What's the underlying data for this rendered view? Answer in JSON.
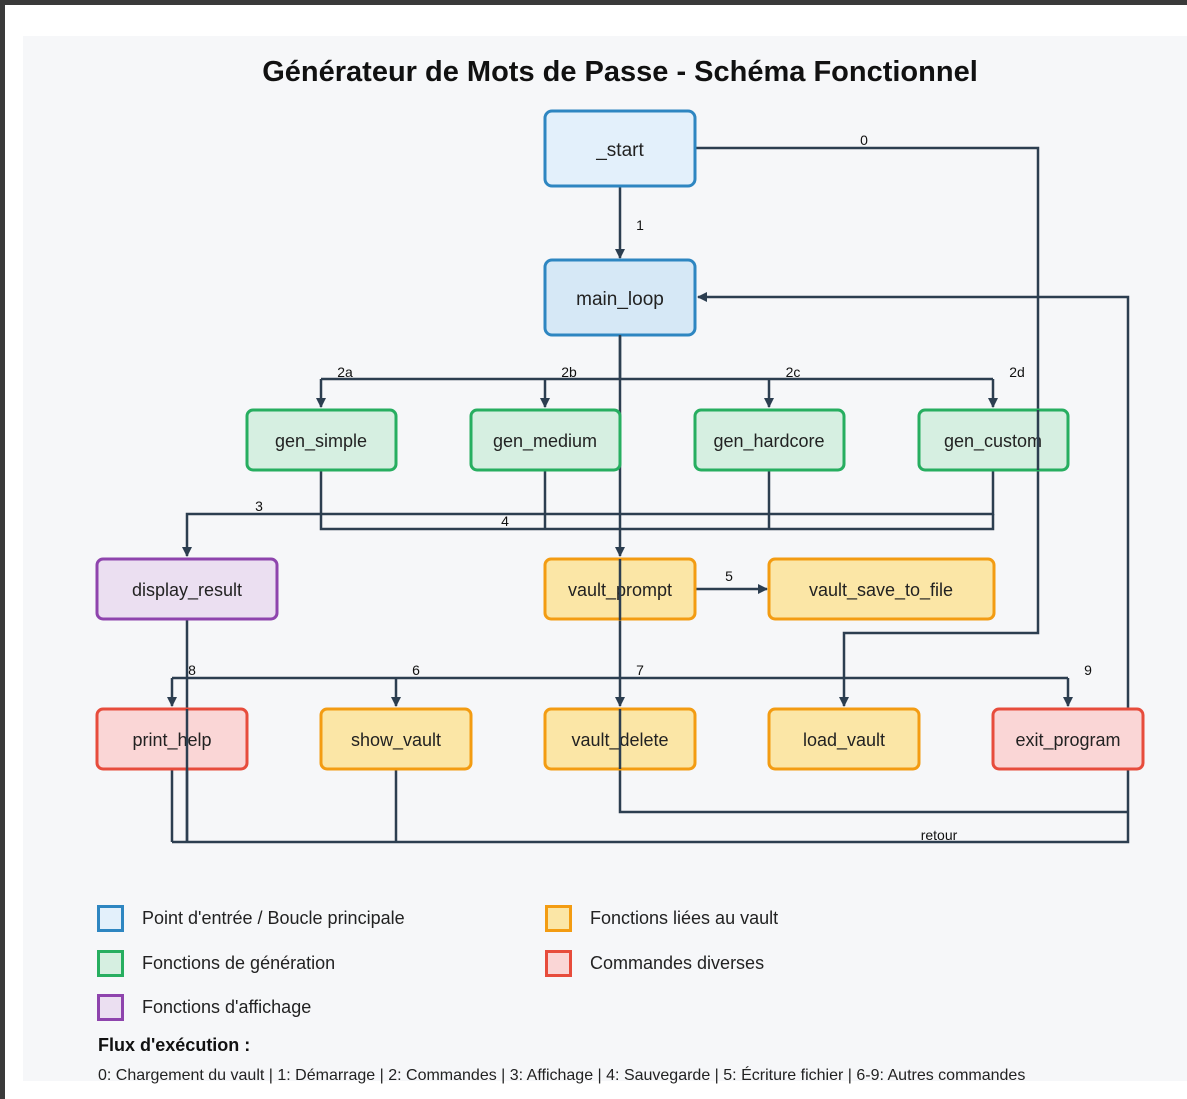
{
  "title": "Générateur de Mots de Passe - Schéma Fonctionnel",
  "colors": {
    "entry": {
      "fill": "#e3f0fb",
      "stroke": "#2e86c1"
    },
    "generation": {
      "fill": "#d6efe1",
      "stroke": "#27ae60"
    },
    "display": {
      "fill": "#ebdff1",
      "stroke": "#8e44ad"
    },
    "vault": {
      "fill": "#fbe6a6",
      "stroke": "#f39c12"
    },
    "misc": {
      "fill": "#fad6d6",
      "stroke": "#e74c3c"
    },
    "edge": "#2c3e50"
  },
  "nodes": {
    "start": "_start",
    "main_loop": "main_loop",
    "gen_simple": "gen_simple",
    "gen_medium": "gen_medium",
    "gen_hardcore": "gen_hardcore",
    "gen_custom": "gen_custom",
    "display_result": "display_result",
    "vault_prompt": "vault_prompt",
    "vault_save_to_file": "vault_save_to_file",
    "print_help": "print_help",
    "show_vault": "show_vault",
    "vault_delete": "vault_delete",
    "load_vault": "load_vault",
    "exit_program": "exit_program"
  },
  "edge_labels": {
    "e0": "0",
    "e1": "1",
    "e2a": "2a",
    "e2b": "2b",
    "e2c": "2c",
    "e2d": "2d",
    "e3": "3",
    "e4": "4",
    "e5": "5",
    "e6": "6",
    "e7": "7",
    "e8": "8",
    "e9": "9",
    "retour": "retour"
  },
  "legend": {
    "entry": "Point d'entrée / Boucle principale",
    "generation": "Fonctions de génération",
    "display": "Fonctions d'affichage",
    "vault": "Fonctions liées au vault",
    "misc": "Commandes diverses"
  },
  "flow": {
    "title": "Flux d'exécution :",
    "text": "0: Chargement du vault | 1: Démarrage | 2: Commandes | 3: Affichage | 4: Sauvegarde | 5: Écriture fichier | 6-9: Autres commandes"
  }
}
